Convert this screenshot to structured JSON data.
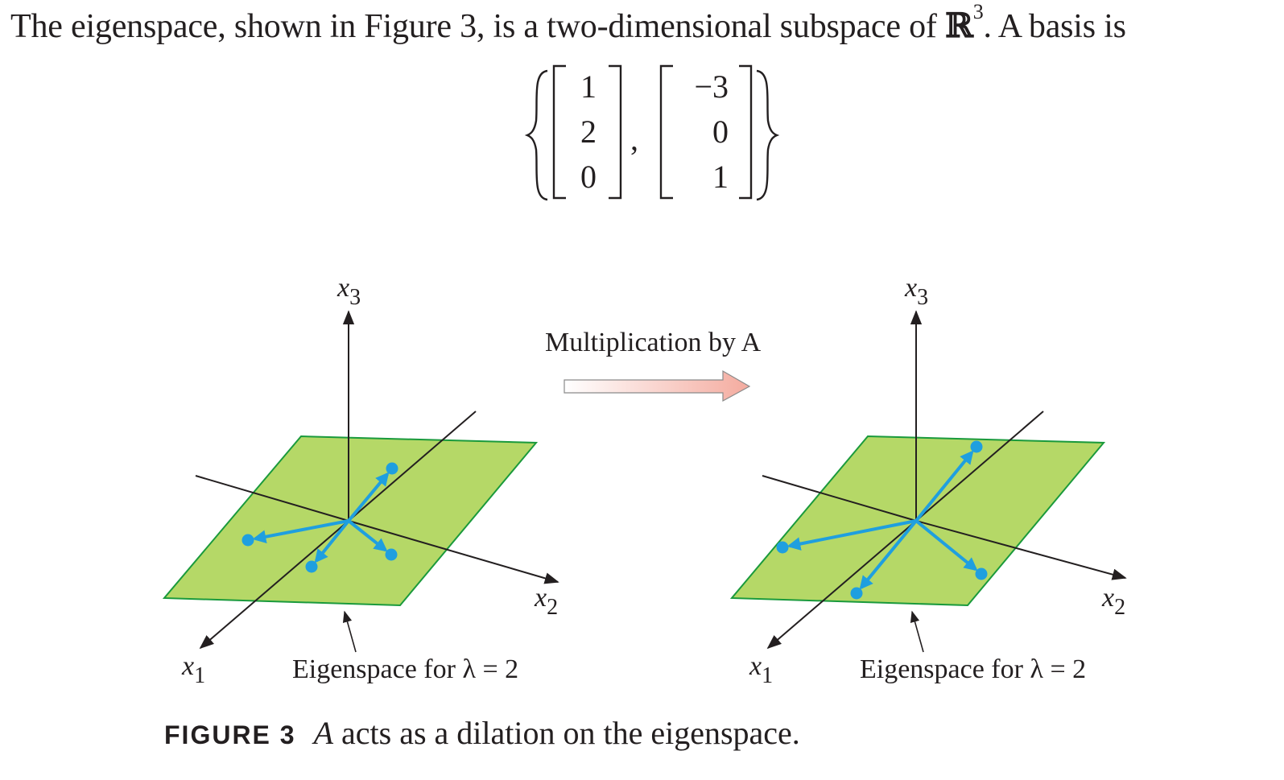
{
  "intro": {
    "text_before": "The eigenspace, shown in Figure 3, is a two-dimensional subspace of ",
    "space_symbol": "ℝ",
    "space_exponent": "3",
    "text_after": ". A basis is"
  },
  "basis": {
    "vectors": [
      [
        "1",
        "2",
        "0"
      ],
      [
        "−3",
        "0",
        "1"
      ]
    ],
    "separator": ","
  },
  "figure": {
    "transform_label": "Multiplication by A",
    "axis_labels": {
      "x1_var": "x",
      "x1_sub": "1",
      "x2_var": "x",
      "x2_sub": "2",
      "x3_var": "x",
      "x3_sub": "3"
    },
    "eigenspace_label": "Eigenspace for λ = 2",
    "colors": {
      "plane_fill": "#b5d867",
      "plane_edge": "#1a9a3c",
      "vector": "#1f9fdf",
      "arrow_gradient_start": "#ffffff",
      "arrow_gradient_end": "#f4ab9f",
      "axis": "#231f20"
    },
    "vector_scale_factor": 2
  },
  "caption": {
    "label": "FIGURE 3",
    "A": "A",
    "text": " acts as a dilation on the eigenspace."
  }
}
